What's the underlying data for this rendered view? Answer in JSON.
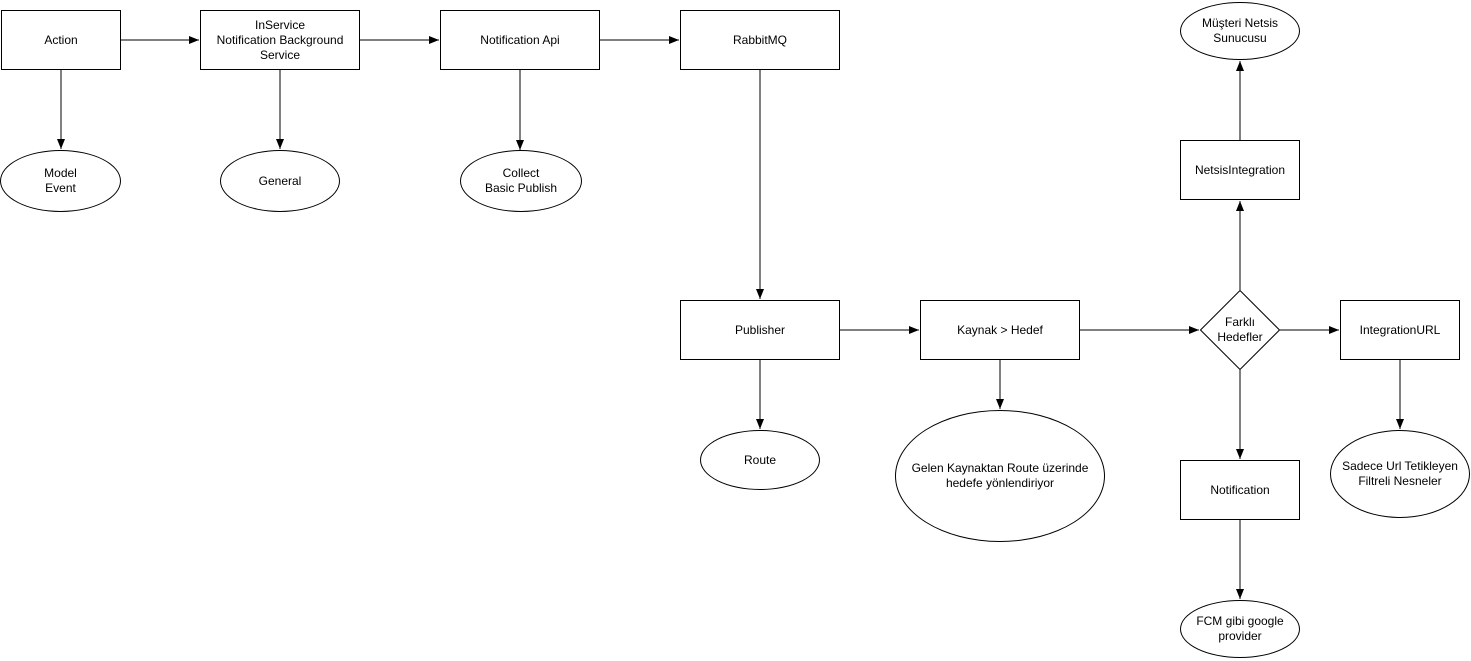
{
  "diagram": {
    "colors": {
      "background": "#ffffff",
      "stroke": "#000000",
      "text": "#000000"
    },
    "nodes": [
      {
        "id": "action",
        "shape": "rect",
        "label": "Action"
      },
      {
        "id": "inservice-notification-background-service",
        "shape": "rect",
        "label": "InService\nNotification Background\nService"
      },
      {
        "id": "notification-api",
        "shape": "rect",
        "label": "Notification Api"
      },
      {
        "id": "rabbitmq",
        "shape": "rect",
        "label": "RabbitMQ"
      },
      {
        "id": "publisher",
        "shape": "rect",
        "label": "Publisher"
      },
      {
        "id": "kaynak-hedef",
        "shape": "rect",
        "label": "Kaynak > Hedef"
      },
      {
        "id": "farkli-hedefler",
        "shape": "diamond",
        "label": "Farklı\nHedefler"
      },
      {
        "id": "integrationurl",
        "shape": "rect",
        "label": "IntegrationURL"
      },
      {
        "id": "netsisintegration",
        "shape": "rect",
        "label": "NetsisIntegration"
      },
      {
        "id": "notification",
        "shape": "rect",
        "label": "Notification"
      },
      {
        "id": "model-event",
        "shape": "ellipse",
        "label": "Model\nEvent"
      },
      {
        "id": "general",
        "shape": "ellipse",
        "label": "General"
      },
      {
        "id": "collect-basic-publish",
        "shape": "ellipse",
        "label": "Collect\nBasic Publish"
      },
      {
        "id": "route",
        "shape": "ellipse",
        "label": "Route"
      },
      {
        "id": "gelen-kaynaktan-route",
        "shape": "ellipse",
        "label": "Gelen Kaynaktan Route üzerinde\nhedefe yönlendiriyor"
      },
      {
        "id": "musteri-netsis-sunucusu",
        "shape": "ellipse",
        "label": "Müşteri Netsis\nSunucusu"
      },
      {
        "id": "sadece-url-tetikleyen",
        "shape": "ellipse",
        "label": "Sadece Url Tetikleyen\nFiltreli Nesneler"
      },
      {
        "id": "fcm-provider",
        "shape": "ellipse",
        "label": "FCM gibi google\nprovider"
      }
    ],
    "edges": [
      {
        "from": "action",
        "to": "inservice-notification-background-service"
      },
      {
        "from": "inservice-notification-background-service",
        "to": "notification-api"
      },
      {
        "from": "notification-api",
        "to": "rabbitmq"
      },
      {
        "from": "action",
        "to": "model-event"
      },
      {
        "from": "inservice-notification-background-service",
        "to": "general"
      },
      {
        "from": "notification-api",
        "to": "collect-basic-publish"
      },
      {
        "from": "rabbitmq",
        "to": "publisher"
      },
      {
        "from": "publisher",
        "to": "kaynak-hedef"
      },
      {
        "from": "publisher",
        "to": "route"
      },
      {
        "from": "kaynak-hedef",
        "to": "gelen-kaynaktan-route"
      },
      {
        "from": "kaynak-hedef",
        "to": "farkli-hedefler"
      },
      {
        "from": "farkli-hedefler",
        "to": "integrationurl"
      },
      {
        "from": "farkli-hedefler",
        "to": "netsisintegration"
      },
      {
        "from": "netsisintegration",
        "to": "musteri-netsis-sunucusu"
      },
      {
        "from": "farkli-hedefler",
        "to": "notification"
      },
      {
        "from": "notification",
        "to": "fcm-provider"
      },
      {
        "from": "integrationurl",
        "to": "sadece-url-tetikleyen"
      }
    ]
  }
}
